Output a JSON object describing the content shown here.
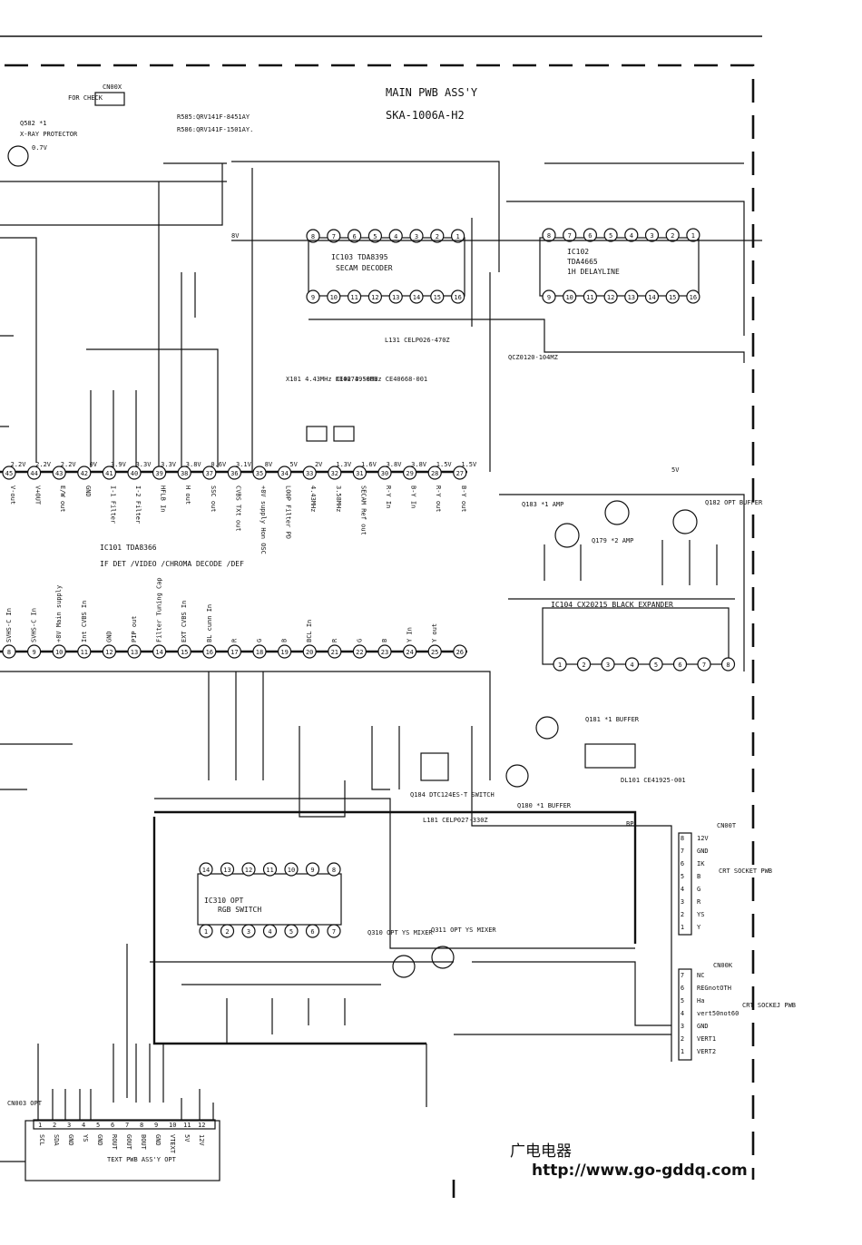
{
  "header": {
    "assembly": "MAIN PWB ASS'Y",
    "model": "SKA-1006A-H2"
  },
  "safety_notes": [
    "R585:QRV141F-8451AY",
    "R586:QRV141F-1501AY."
  ],
  "for_check": {
    "label": "FOR CHECK",
    "connector": "CN00X"
  },
  "protector": {
    "ref": "Q582 *1",
    "name": "X-RAY PROTECTOR",
    "voltage": "0.7V"
  },
  "ics": {
    "ic103": {
      "ref": "IC103 TDA8395",
      "name": "SECAM DECODER",
      "top_pins": [
        "8",
        "7",
        "6",
        "5",
        "4",
        "3",
        "2",
        "1"
      ],
      "bottom_pins": [
        "9",
        "10",
        "11",
        "12",
        "13",
        "14",
        "15",
        "16"
      ]
    },
    "ic102": {
      "ref": "IC102",
      "part": "TDA4665",
      "name": "1H DELAYLINE",
      "top_pins": [
        "8",
        "7",
        "6",
        "5",
        "4",
        "3",
        "2",
        "1"
      ],
      "bottom_pins": [
        "9",
        "10",
        "11",
        "12",
        "13",
        "14",
        "15",
        "16"
      ]
    },
    "ic101": {
      "ref": "IC101 TDA8366",
      "name": "IF DET /VIDEO /CHROMA DECODE /DEF",
      "top_pins": [
        "45",
        "44",
        "43",
        "42",
        "41",
        "40",
        "39",
        "38",
        "37",
        "36",
        "35",
        "34",
        "33",
        "32",
        "31",
        "30",
        "29",
        "28",
        "27"
      ],
      "bottom_pins": [
        "8",
        "9",
        "10",
        "11",
        "12",
        "13",
        "14",
        "15",
        "16",
        "17",
        "18",
        "19",
        "20",
        "21",
        "22",
        "23",
        "24",
        "25",
        "26"
      ]
    },
    "ic104": {
      "ref": "IC104 CX20215 BLACK EXPANDER",
      "pins": [
        "1",
        "2",
        "3",
        "4",
        "5",
        "6",
        "7",
        "8"
      ]
    },
    "ic310": {
      "ref": "IC310 OPT",
      "name": "RGB SWITCH",
      "top_pins": [
        "14",
        "13",
        "12",
        "11",
        "10",
        "9",
        "8"
      ],
      "bottom_pins": [
        "1",
        "2",
        "3",
        "4",
        "5",
        "6",
        "7"
      ]
    }
  },
  "ic101_top_labels": [
    "V-out",
    "V+OUT",
    "E/W out",
    "GND",
    "I-1 Filter",
    "I-2 Filter",
    "HFLB In",
    "H out",
    "SSC out",
    "CVBS TXt out",
    "+8V supply Hon OSC",
    "LOOP Filter PD",
    "4.43MHz",
    "3.58MHz",
    "SECAM Ref out",
    "R-Y In",
    "B-Y In",
    "R-Y out",
    "B-Y out"
  ],
  "ic101_top_voltages": [
    "2.2V",
    "2.2V",
    "2.2V",
    "0V",
    "3.9V",
    "3.3V",
    "3.3V",
    "3.8V",
    "0.6V",
    "3.1V",
    "8V",
    "5V",
    "2V",
    "1.3V",
    "1.6V",
    "3.8V",
    "3.8V",
    "1.5V",
    "1.5V"
  ],
  "ic101_bottom_labels": [
    "SVHS-C In",
    "SVHS-C In",
    "+8V Main supply",
    "Int CVBS In",
    "GND",
    "PIP out",
    "Filter Tuning Cap",
    "EXT CVBS In",
    "BL cunn In",
    "R",
    "G",
    "B",
    "BCL In",
    "R",
    "G",
    "B",
    "Y In",
    "Y out"
  ],
  "connectors": {
    "cn00t": {
      "ref": "CN00T",
      "title": "CRT SOCKET PWB",
      "pins": [
        "12V",
        "GND",
        "IK",
        "B",
        "G",
        "R",
        "YS",
        "Y"
      ]
    },
    "cn00k": {
      "ref": "CN00K",
      "title": "CRT SOCKEJ PWB",
      "pins": [
        "NC",
        "REGnotOTH",
        "Ha",
        "vert50not60",
        "GND",
        "VERT1",
        "VERT2"
      ]
    },
    "cn003": {
      "ref": "CN003 OPT",
      "title": "TEXT PWB ASS'Y OPT",
      "pins": [
        "SCL",
        "SDA",
        "GND",
        "YS",
        "GND",
        "ROUT",
        "GOUT",
        "BOUT",
        "GND",
        "VTEXT",
        "5V",
        "12V"
      ]
    }
  },
  "transistors": [
    "Q183 *1 AMP",
    "Q179 *2 AMP",
    "Q182 OPT BUFFER",
    "Q181 *1 BUFFER",
    "Q180 *1 BUFFER",
    "Q184 DTC124ES-T SWITCH",
    "Q310 OPT YS MIXER",
    "Q311 OPT YS MIXER"
  ],
  "crystals": [
    "X101 4.43MHz CE40749-001",
    "X102 3.58MHz CE40668-001"
  ],
  "delay_lines": [
    "L131 CELP026-470Z",
    "DL101 CE41925-001",
    "L181 CELP027-330Z",
    "QCZ0120-104MZ"
  ],
  "rail_labels": [
    "8V",
    "5V",
    "BP",
    "12V"
  ],
  "watermark": {
    "cn": "广电电器",
    "url": "http://www.go-gddq.com"
  }
}
